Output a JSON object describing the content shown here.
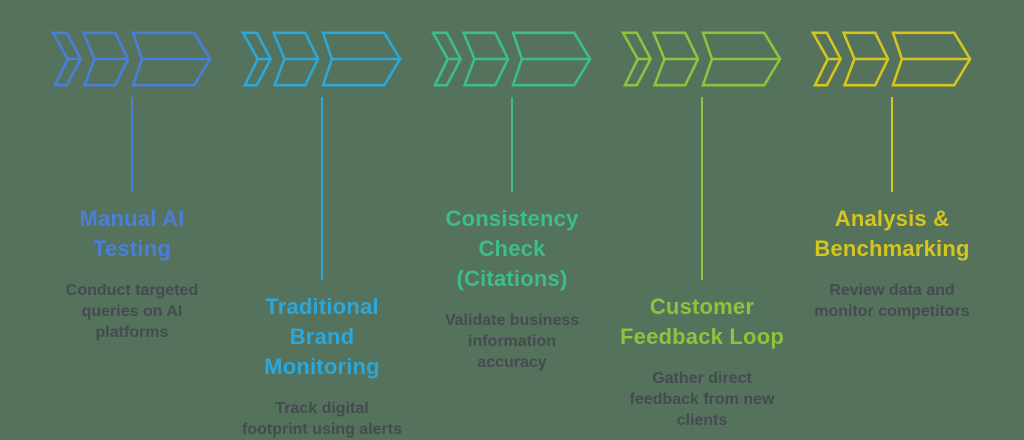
{
  "background_color": "#54725C",
  "description_text_color": "#454B50",
  "stages": [
    {
      "id": "manual-ai-testing",
      "title": "Manual AI\nTesting",
      "description": "Conduct targeted\nqueries on AI\nplatforms",
      "color": "#4A7EDD",
      "connector": "short"
    },
    {
      "id": "traditional-brand-monitoring",
      "title": "Traditional\nBrand\nMonitoring",
      "description": "Track digital\nfootprint using alerts",
      "color": "#2BA7D9",
      "connector": "long"
    },
    {
      "id": "consistency-check-citations",
      "title": "Consistency\nCheck\n(Citations)",
      "description": "Validate business\ninformation\naccuracy",
      "color": "#3CBD8A",
      "connector": "short"
    },
    {
      "id": "customer-feedback-loop",
      "title": "Customer\nFeedback Loop",
      "description": "Gather direct\nfeedback from new\nclients",
      "color": "#8CC43D",
      "connector": "long"
    },
    {
      "id": "analysis-benchmarking",
      "title": "Analysis &\nBenchmarking",
      "description": "Review data and\nmonitor competitors",
      "color": "#D5C51F",
      "connector": "short"
    }
  ]
}
